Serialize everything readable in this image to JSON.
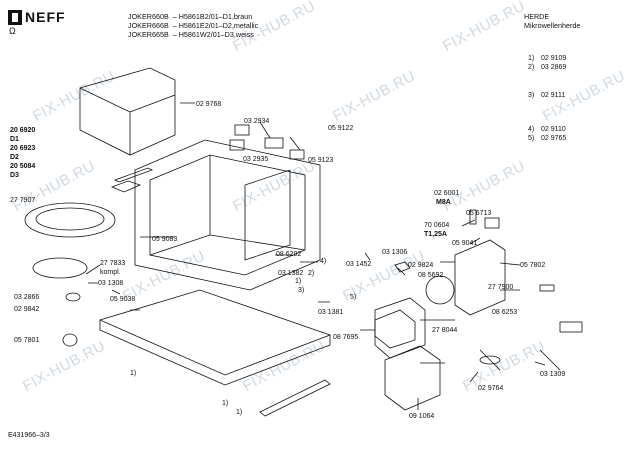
{
  "header": {
    "brand": "NEFF",
    "brand_symbol": "Ω",
    "models": [
      "JOKER660B  – H5861B2/01–D1,braun",
      "JOKER666B  – H5861E2/01–D2,metallic",
      "JOKER665B  – H5861W2/01–D3,weiss"
    ],
    "category": "HERDE",
    "subcategory": "Mikrowellenherde"
  },
  "legend": [
    {
      "key": "1)",
      "code": "02 9109"
    },
    {
      "key": "2)",
      "code": "03 2869"
    },
    {
      "key": "3)",
      "code": "02 9111"
    },
    {
      "key": "4)",
      "code": "02 9110"
    },
    {
      "key": "5)",
      "code": "02 9765"
    }
  ],
  "left_codes": [
    "20 6920",
    "D1",
    "20 6923",
    "D2",
    "20 5084",
    "D3"
  ],
  "part_labels": [
    "02 9768",
    "03 2934",
    "05 9122",
    "03 2935",
    "05 9123",
    "27 7907",
    "05 9083",
    "08 6292",
    "02 6001",
    "M8A",
    "05 6713",
    "70 0604",
    "T1,25A",
    "05 9041",
    "03 1306",
    "03 1452",
    "03 1382",
    "05 7802",
    "27 7833",
    "kompl.",
    "03 1308",
    "03 2866",
    "02 9842",
    "05 9038",
    "03 1381",
    "02 9824",
    "08 5692",
    "27 7900",
    "27 8044",
    "08 6253",
    "05 7801",
    "08 7695",
    "02 9764",
    "03 1309",
    "09 1064"
  ],
  "callouts": [
    "1)",
    "2)",
    "3)",
    "4)",
    "5)",
    "1)",
    "1)",
    "1)"
  ],
  "watermark": "FIX-HUB.RU",
  "footer": "E431966–3/3"
}
